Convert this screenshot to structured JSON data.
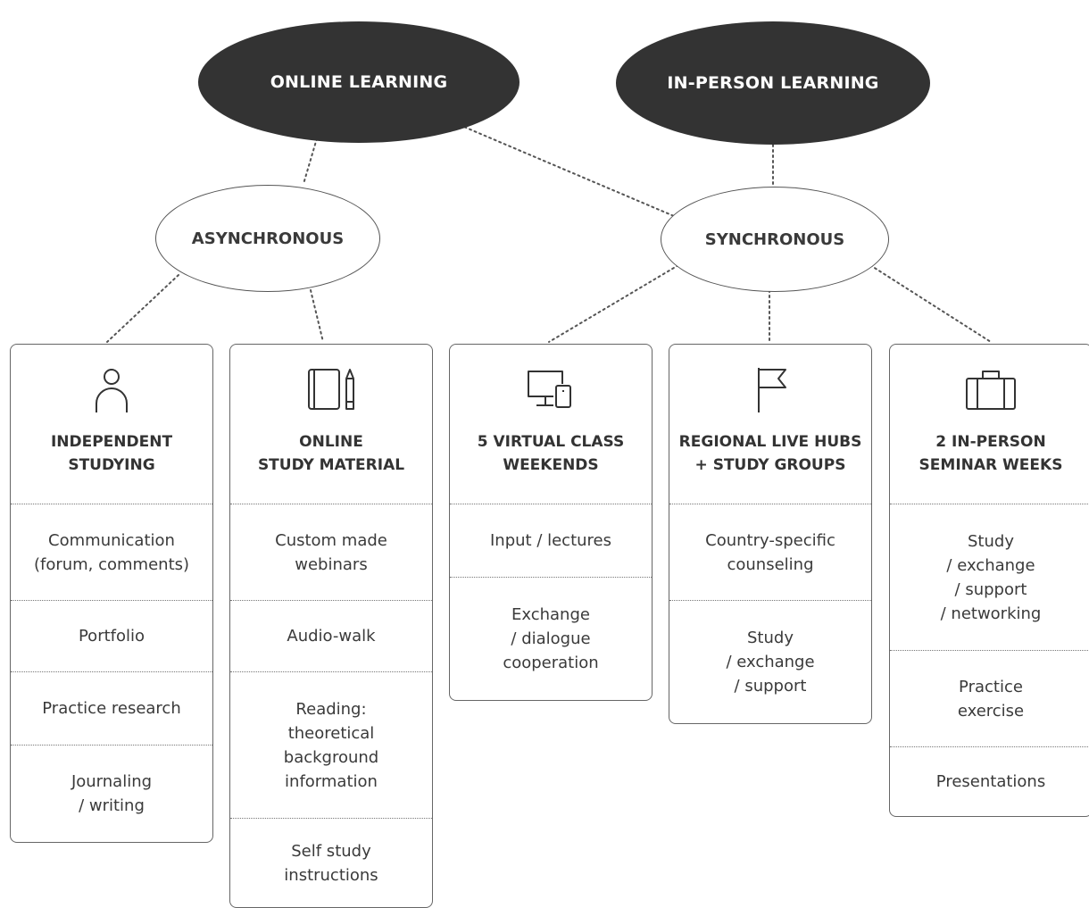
{
  "top_nodes": {
    "online": "ONLINE LEARNING",
    "in_person": "IN-PERSON LEARNING"
  },
  "mid_nodes": {
    "asynchronous": "ASYNCHRONOUS",
    "synchronous": "SYNCHRONOUS"
  },
  "cards": [
    {
      "icon": "person-icon",
      "title": "INDEPENDENT\nSTUDYING",
      "items": [
        "Communication\n(forum, comments)",
        "Portfolio",
        "Practice research",
        "Journaling\n/ writing"
      ]
    },
    {
      "icon": "notebook-pencil-icon",
      "title": "ONLINE\nSTUDY MATERIAL",
      "items": [
        "Custom made\nwebinars",
        "Audio-walk",
        "Reading:\ntheoretical\nbackground\ninformation",
        "Self study\ninstructions"
      ]
    },
    {
      "icon": "devices-icon",
      "title": "5 VIRTUAL CLASS\nWEEKENDS",
      "items": [
        "Input / lectures",
        "Exchange\n/ dialogue\ncooperation"
      ]
    },
    {
      "icon": "flag-icon",
      "title": "REGIONAL LIVE HUBS\n+ STUDY GROUPS",
      "items": [
        "Country-specific\ncounseling",
        "Study\n/ exchange\n/ support"
      ]
    },
    {
      "icon": "suitcase-icon",
      "title": "2 IN-PERSON\nSEMINAR WEEKS",
      "items": [
        "Study\n/ exchange\n/ support\n/ networking",
        "Practice\nexercise",
        "Presentations"
      ]
    }
  ]
}
